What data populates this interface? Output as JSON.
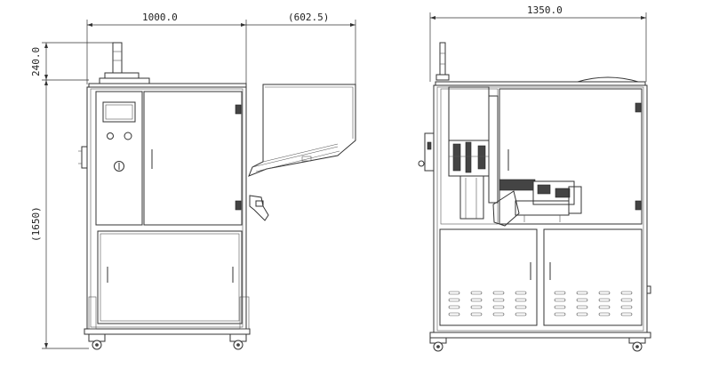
{
  "dimensions": {
    "front_width": "1000.0",
    "hopper_extension": "(602.5)",
    "beacon_height": "240.0",
    "body_height": "(1650)",
    "side_width": "1350.0"
  }
}
